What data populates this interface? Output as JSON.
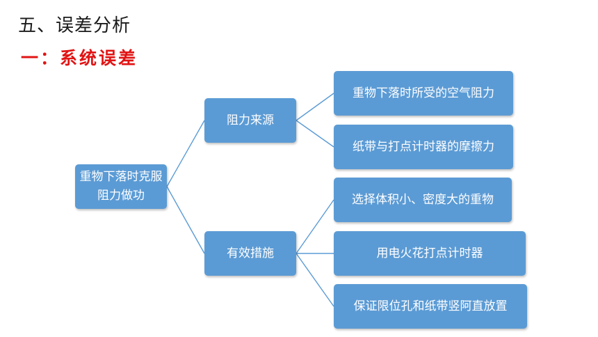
{
  "heading": "五、误差分析",
  "subheading": "一：系统误差",
  "root": "重物下落时克服阻力做功",
  "branches": [
    {
      "label": "阻力来源",
      "children": [
        "重物下落时所受的空气阻力",
        "纸带与打点计时器的摩擦力"
      ]
    },
    {
      "label": "有效措施",
      "children": [
        "选择体积小、密度大的重物",
        "用电火花打点计时器",
        "保证限位孔和纸带竖阿直放置"
      ]
    }
  ],
  "colors": {
    "node_fill": "#5b9bd5",
    "link": "#5b9bd5",
    "subheading": "#e11414"
  }
}
